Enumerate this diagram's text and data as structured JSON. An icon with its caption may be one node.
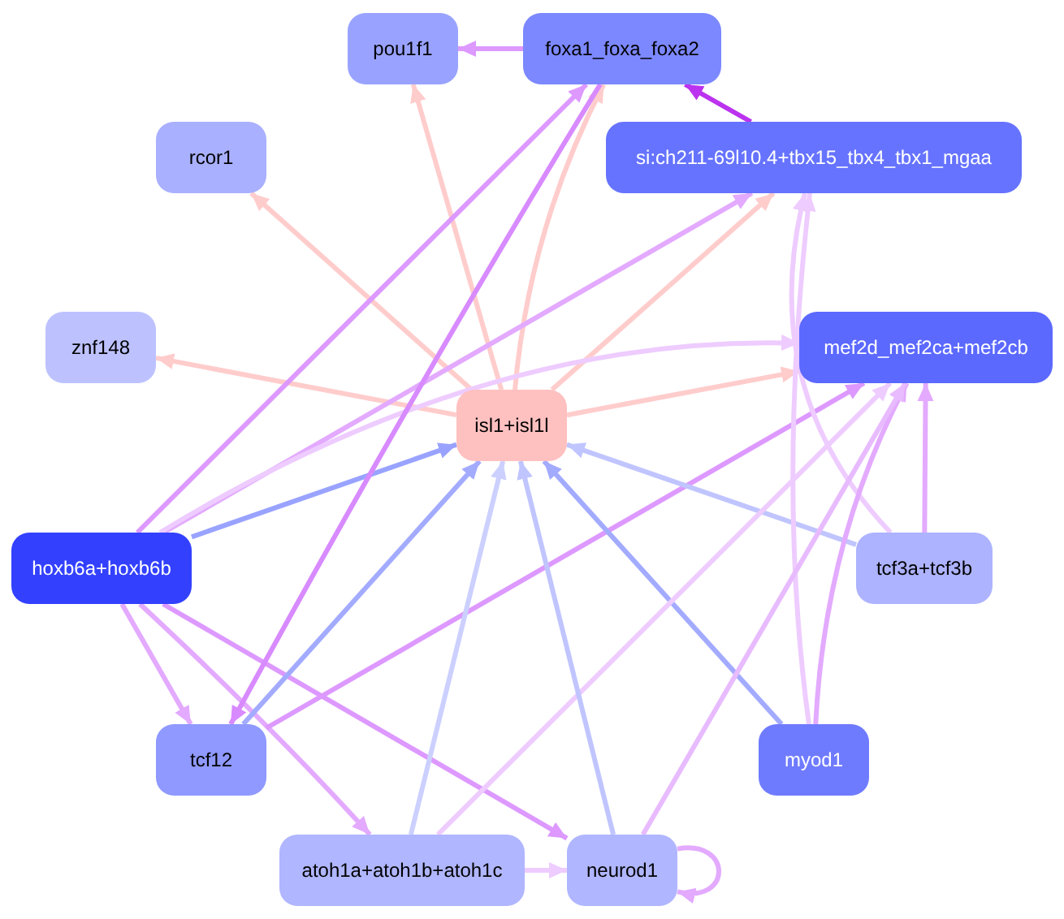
{
  "diagram": {
    "nodes": [
      {
        "text": [
          "pou1f1"
        ]
      },
      {
        "text": [
          "foxa1_foxa_foxa2"
        ]
      },
      {
        "text": [
          "rcor1"
        ]
      },
      {
        "text": [
          "si:ch211-69l10.4+tbx15_tbx4_tbx1_mgaa"
        ]
      },
      {
        "text": [
          "znf148"
        ]
      },
      {
        "text": [
          "mef2d_mef2ca+mef2cb"
        ]
      },
      {
        "text": [
          "isl1+isl1l"
        ]
      },
      {
        "text": [
          "hoxb6a+hoxb6b"
        ]
      },
      {
        "text": [
          "tcf3a+tcf3b"
        ]
      },
      {
        "text": [
          "tcf12"
        ]
      },
      {
        "text": [
          "myod1"
        ]
      },
      {
        "text": [
          "atoh1a+atoh1b+atoh1c"
        ]
      },
      {
        "text": [
          "neurod1"
        ]
      }
    ],
    "edges": [
      {
        "from": 1,
        "to": 0,
        "arrow": "to",
        "color": "#dd99ff"
      },
      {
        "from": 3,
        "to": 1,
        "arrow": "to",
        "color": "#bb33ee"
      },
      {
        "from": 6,
        "to": 2,
        "arrow": "to",
        "color": "#ffcccc"
      },
      {
        "from": 6,
        "to": 0,
        "arrow": "to",
        "color": "#ffcccc"
      },
      {
        "from": 6,
        "to": 1,
        "arrow": "to",
        "color": "#ffcccc"
      },
      {
        "from": 6,
        "to": 3,
        "arrow": "to",
        "color": "#ffcccc"
      },
      {
        "from": 6,
        "to": 4,
        "arrow": "to",
        "color": "#ffcccc"
      },
      {
        "from": 6,
        "to": 5,
        "arrow": "to",
        "color": "#ffcccc"
      },
      {
        "from": 7,
        "to": 1,
        "arrow": "to",
        "color": "#dd99ff"
      },
      {
        "from": 7,
        "to": 3,
        "arrow": "to",
        "color": "#e3aaff"
      },
      {
        "from": 7,
        "to": 5,
        "arrow": "to",
        "color": "#eeccff"
      },
      {
        "from": 7,
        "to": 6,
        "arrow": "to",
        "color": "#99a3ff"
      },
      {
        "from": 7,
        "to": 9,
        "arrow": "to",
        "color": "#e3aaff"
      },
      {
        "from": 7,
        "to": 11,
        "arrow": "to",
        "color": "#e3aaff"
      },
      {
        "from": 7,
        "to": 12,
        "arrow": "to",
        "color": "#dd99ff"
      },
      {
        "from": 1,
        "to": 9,
        "arrow": "to",
        "color": "#d88aff"
      },
      {
        "from": 9,
        "to": 6,
        "arrow": "to",
        "color": "#a3abff"
      },
      {
        "from": 9,
        "to": 5,
        "arrow": "to",
        "color": "#dd99ff"
      },
      {
        "from": 8,
        "to": 6,
        "arrow": "to",
        "color": "#c0c5ff"
      },
      {
        "from": 8,
        "to": 5,
        "arrow": "to",
        "color": "#e3aaff"
      },
      {
        "from": 8,
        "to": 3,
        "arrow": "to",
        "color": "#eeccff"
      },
      {
        "from": 10,
        "to": 6,
        "arrow": "to",
        "color": "#a3abff"
      },
      {
        "from": 10,
        "to": 3,
        "arrow": "to",
        "color": "#eeccff"
      },
      {
        "from": 10,
        "to": 5,
        "arrow": "to",
        "color": "#e3aaff"
      },
      {
        "from": 11,
        "to": 6,
        "arrow": "to",
        "color": "#ccd0ff"
      },
      {
        "from": 11,
        "to": 5,
        "arrow": "to",
        "color": "#eeccff"
      },
      {
        "from": 11,
        "to": 12,
        "arrow": "to",
        "color": "#eeccff"
      },
      {
        "from": 12,
        "to": 6,
        "arrow": "to",
        "color": "#c0c5ff"
      },
      {
        "from": 12,
        "to": 5,
        "arrow": "to",
        "color": "#e8bbff"
      },
      {
        "from": 12,
        "to": 12,
        "arrow": "to",
        "color": "#e3aaff"
      }
    ]
  }
}
